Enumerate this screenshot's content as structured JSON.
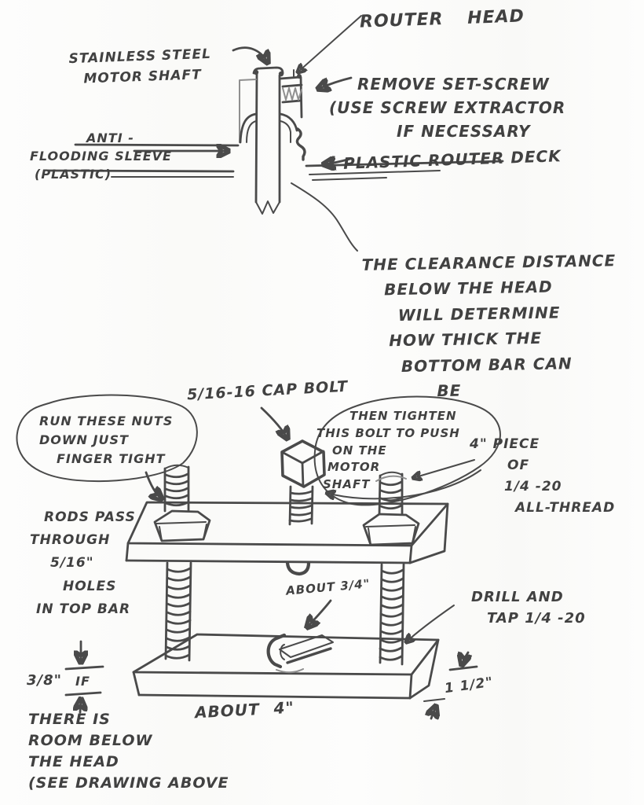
{
  "sketch_meta": {
    "title_subject": "Router head puller jig hand sketch",
    "ink_color": "#4a4a4a",
    "paper_color": "#fdfdfc"
  },
  "labels": {
    "router_head": "ROUTER HEAD",
    "motor_shaft": [
      "STAINLESS STEEL",
      "MOTOR SHAFT"
    ],
    "remove_set_screw": [
      "REMOVE SET-SCREW",
      "(USE SCREW EXTRACTOR",
      "IF NECESSARY"
    ],
    "anti_flooding": [
      "ANTI -",
      "FLOODING SLEEVE",
      "(PLASTIC)"
    ],
    "plastic_deck": "PLASTIC ROUTER DECK",
    "clearance_note": [
      "THE CLEARANCE DISTANCE",
      "BELOW THE HEAD",
      "WILL DETERMINE",
      "HOW THICK THE",
      "BOTTOM BAR CAN",
      "BE"
    ],
    "cap_bolt": "5/16-16 CAP BOLT",
    "nuts_bubble": [
      "RUN THESE NUTS",
      "DOWN JUST",
      "FINGER TIGHT"
    ],
    "tighten_bubble": [
      "THEN TIGHTEN",
      "THIS BOLT TO PUSH",
      "ON THE",
      "MOTOR",
      "SHAFT"
    ],
    "all_thread": [
      "4\" PIECE",
      "OF",
      "1/4 -20",
      "ALL-THREAD"
    ],
    "rods_pass": [
      "RODS PASS",
      "THROUGH",
      "5/16\"",
      "HOLES",
      "IN TOP BAR"
    ],
    "about_gap": "ABOUT 3/4\"",
    "drill_tap": [
      "DRILL AND",
      "TAP 1/4 -20"
    ],
    "dim_three_eighths": "3/8\"",
    "dim_if": "IF",
    "room_note": [
      "THERE IS",
      "ROOM BELOW",
      "THE HEAD",
      "(SEE DRAWING ABOVE"
    ],
    "about_width": "ABOUT 4\"",
    "dim_one_half": "1 1/2\""
  }
}
